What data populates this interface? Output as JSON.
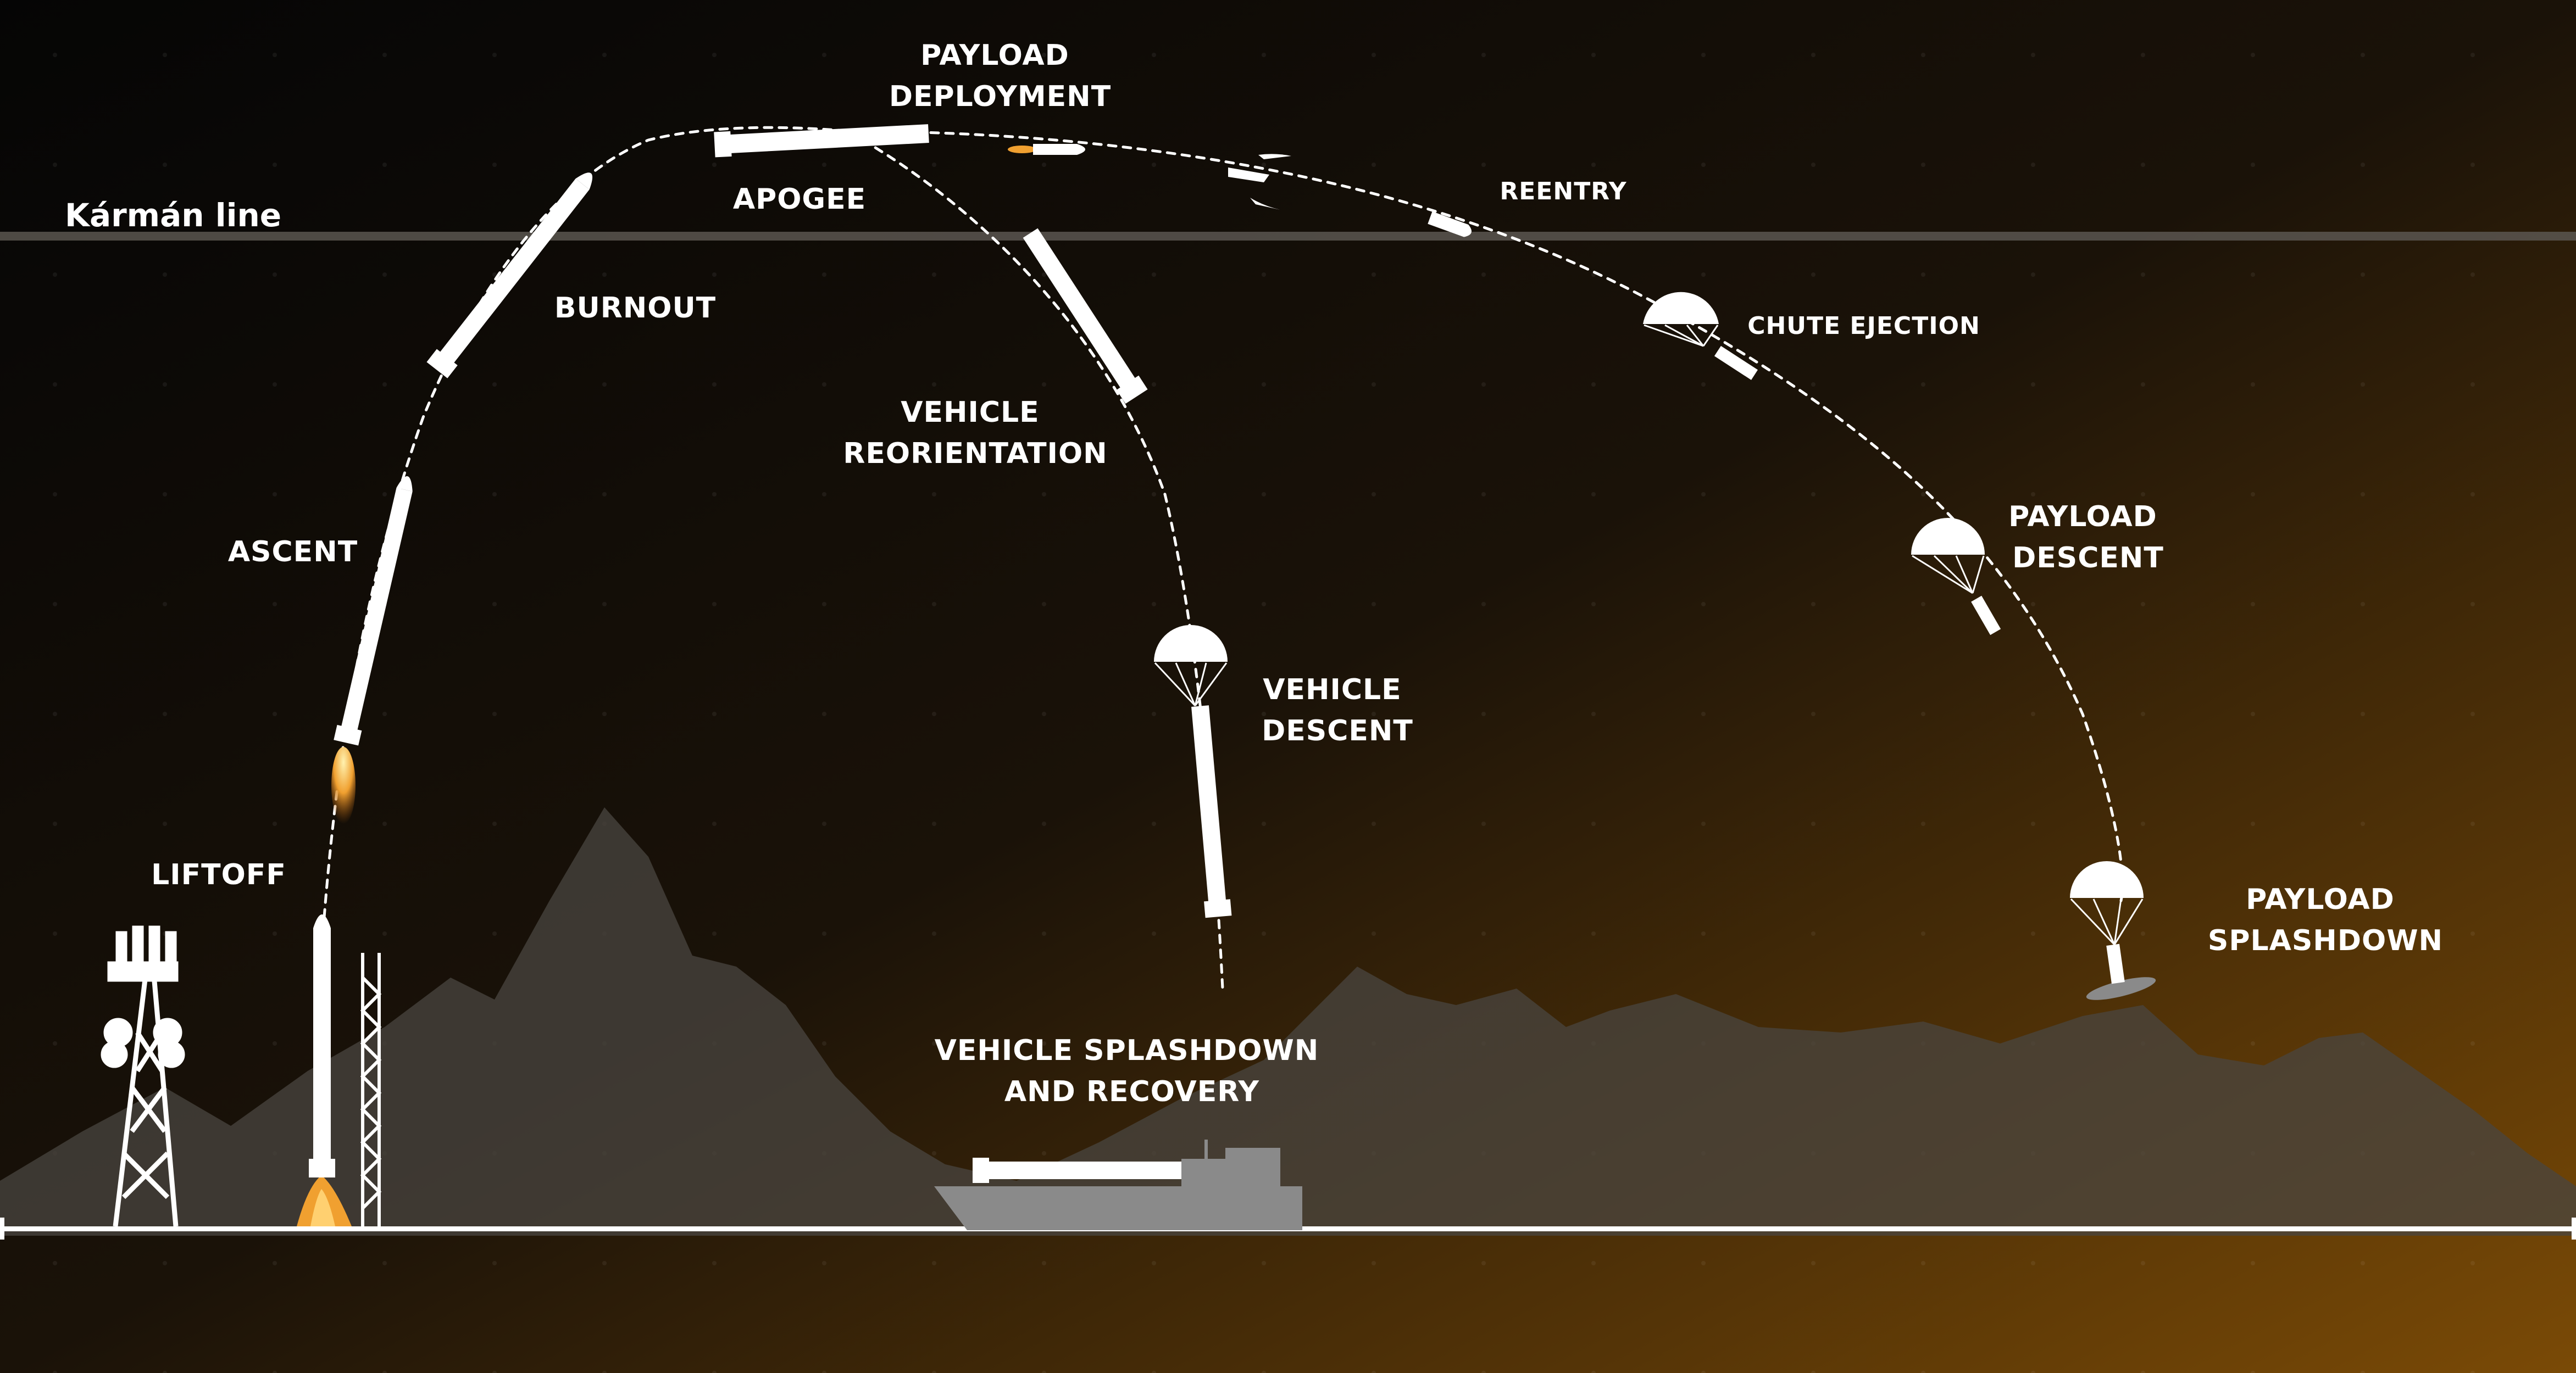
{
  "colors": {
    "background_dark": "#0a0806",
    "background_warm": "#7a4a06",
    "mountain": "#4a4540",
    "karman_line": "#5a5650",
    "foreground": "#ffffff",
    "flame": "#f0a030",
    "ship": "#8a8a8a"
  },
  "karman_line": {
    "label": "Kármán line"
  },
  "stages": {
    "payload_deployment": [
      "PAYLOAD",
      "DEPLOYMENT"
    ],
    "apogee": [
      "APOGEE"
    ],
    "reentry": [
      "REENTRY"
    ],
    "burnout": [
      "BURNOUT"
    ],
    "chute_ejection": [
      "CHUTE EJECTION"
    ],
    "vehicle_reorientation": [
      "VEHICLE",
      "REORIENTATION"
    ],
    "ascent": [
      "ASCENT"
    ],
    "payload_descent": [
      "PAYLOAD",
      "DESCENT"
    ],
    "vehicle_descent": [
      "VEHICLE",
      "DESCENT"
    ],
    "liftoff": [
      "LIFTOFF"
    ],
    "payload_splashdown": [
      "PAYLOAD",
      "SPLASHDOWN"
    ],
    "vehicle_splashdown": [
      "VEHICLE SPLASHDOWN",
      "AND RECOVERY"
    ]
  },
  "icons": [
    "launch-tower-icon",
    "rocket-icon",
    "parachute-icon",
    "recovery-ship-icon",
    "payload-capsule-icon"
  ]
}
